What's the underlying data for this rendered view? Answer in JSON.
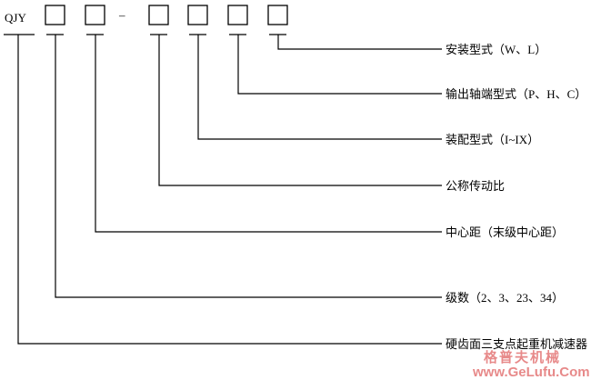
{
  "model_code": {
    "prefix": "QJY",
    "dash": "–",
    "box_count": 6
  },
  "labels": [
    "安装型式（W、L）",
    "输出轴端型式（P、H、C）",
    "装配型式（I~IX）",
    "公称传动比",
    "中心距（末级中心距）",
    "级数（2、3、23、34）",
    "硬齿面三支点起重机减速器"
  ],
  "watermark": {
    "text_cn": "格普夫机械",
    "url": "www.GeLufu.Com",
    "color": "#d42a2a"
  }
}
